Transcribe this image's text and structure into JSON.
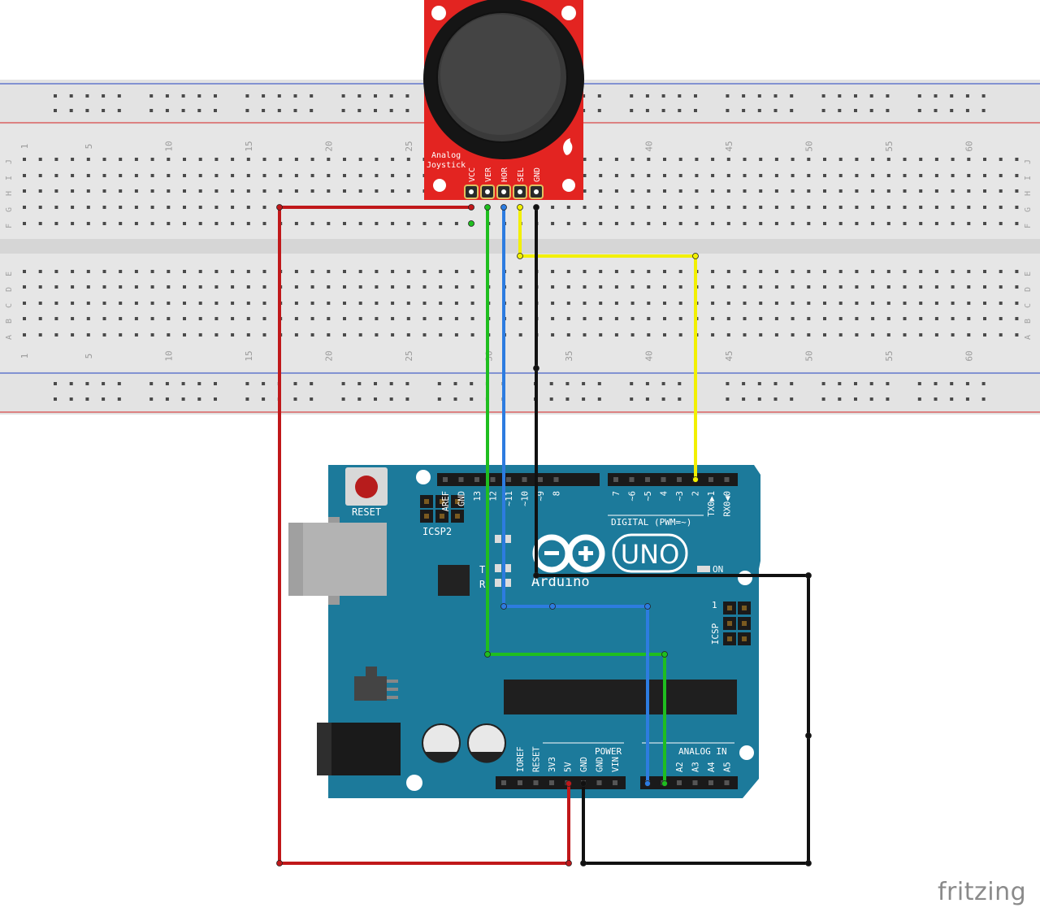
{
  "brand": "fritzing",
  "breadboard": {
    "column_numbers": [
      "1",
      "5",
      "10",
      "15",
      "20",
      "25",
      "30",
      "35",
      "40",
      "45",
      "50",
      "55",
      "60"
    ],
    "rows_top": [
      "J",
      "I",
      "H",
      "G",
      "F"
    ],
    "rows_bottom": [
      "E",
      "D",
      "C",
      "B",
      "A"
    ]
  },
  "joystick": {
    "title_line1": "Analog",
    "title_line2": "Joystick",
    "pins": [
      "VCC",
      "VER",
      "HOR",
      "SEL",
      "GND"
    ]
  },
  "arduino": {
    "reset_label": "RESET",
    "icsp2_label": "ICSP2",
    "icsp_label": "ICSP",
    "icsp_pin1": "1",
    "digital_label": "DIGITAL (PWM=~)",
    "digital_pins_left": [
      "AREF",
      "GND",
      "13",
      "12",
      "~11",
      "~10",
      "~9",
      "8"
    ],
    "digital_pins_right": [
      "7",
      "~6",
      "~5",
      "4",
      "~3",
      "2",
      "TX0▶1",
      "RX0◀0"
    ],
    "tx_label": "T",
    "rx_label": "R",
    "logo_text": "UNO",
    "brand_text": "Arduino",
    "on_label": "ON",
    "power_label": "POWER",
    "analog_label": "ANALOG IN",
    "power_pins": [
      "IOREF",
      "RESET",
      "3V3",
      "5V",
      "GND",
      "GND",
      "VIN"
    ],
    "analog_pins": [
      "A0",
      "A1",
      "A2",
      "A3",
      "A4",
      "A5"
    ]
  },
  "wires": {
    "colors": {
      "red": "#c0181a",
      "green": "#1fbe1f",
      "blue": "#2d7ce0",
      "yellow": "#f2f000",
      "black": "#111111"
    }
  },
  "colors": {
    "arduino_board": "#1c7a9b",
    "joystick_board": "#e32421",
    "breadboard": "#e4e4e4",
    "rail_red": "#d42020",
    "rail_blue": "#2040c0"
  }
}
